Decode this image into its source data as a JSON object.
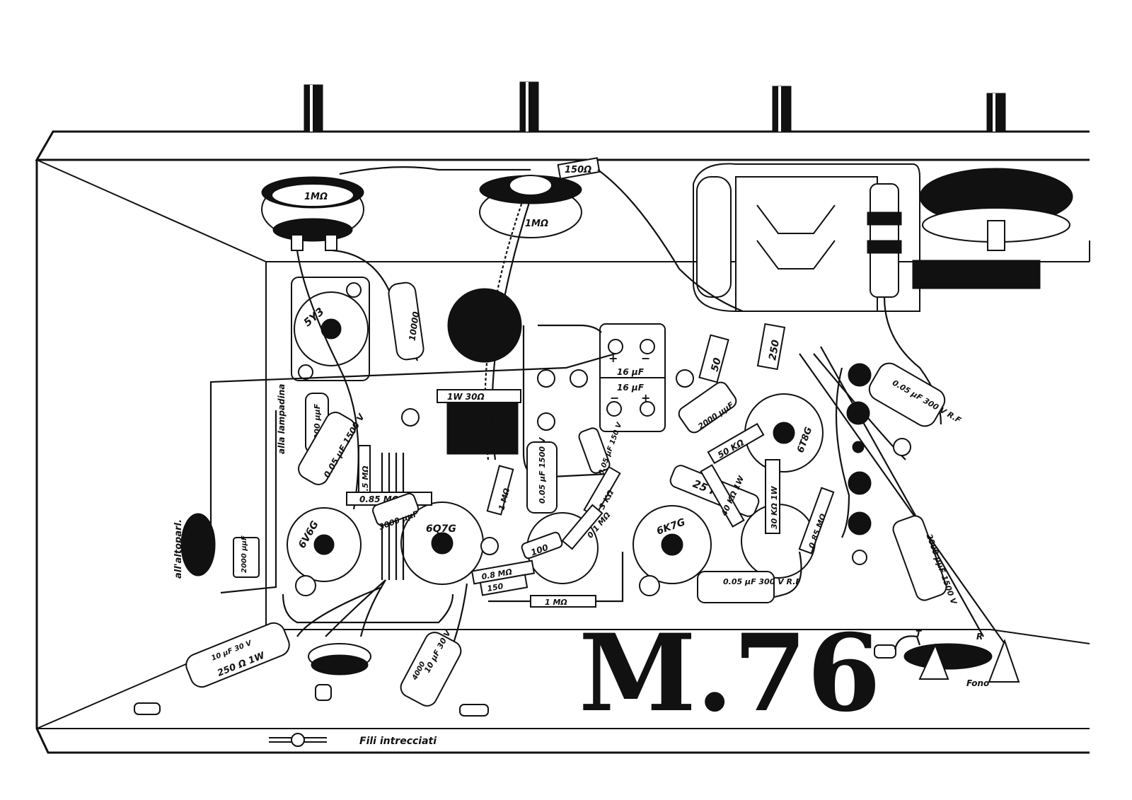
{
  "model_mark": "M.76",
  "legend": {
    "twisted_wires": "Fili intrecciati"
  },
  "tubes": [
    "5Y3",
    "6V6G",
    "6Q7G",
    "6K7G",
    "6T8G"
  ],
  "potentiometers": [
    "1MΩ",
    "1MΩ"
  ],
  "pot_resistor": "150Ω",
  "speaker_label": "all'altoparl.",
  "pilot_lamp_label": "alla lampadina",
  "phono": {
    "label": "Fono",
    "terminal_t": "T",
    "terminal_r": "R"
  },
  "electrolytic": {
    "top_label": "16 μF",
    "bottom_label": "16 μF",
    "plus": "+",
    "minus": "−"
  },
  "components": {
    "c_10000": "10000",
    "c_3000_a": "3000 μμF",
    "c_005_1500_a": "0.05 μF 1500 V",
    "r_05": "0.5 MΩ",
    "r_085_a": "0.85 MΩ",
    "c_3000_b": "3000 μμF",
    "r_1w_30": "1W 30Ω",
    "r_1m_a": "1 MΩ",
    "c_005_1500_b": "0.05 μF 1500 V",
    "c_200": "0.05 μF 150 V",
    "r_3k": "3 KΩ",
    "r_01": "0.1 MΩ",
    "r_100": "100",
    "r_08": "0.8 MΩ",
    "r_150": "150",
    "r_1m_b": "1 MΩ",
    "c_005_rf_a": "0.05 μF 300 V R.F",
    "r_25k": "25 KΩ",
    "r_40k": "40 KΩ 1W",
    "r_30k": "30 KΩ 1W",
    "r_085_b": "0.85 MΩ",
    "c_2000_a": "2000 μμF",
    "r_50k": "50 KΩ",
    "r_50": "50",
    "r_250": "250",
    "c_005_rf_b": "0.05 μF 300 V R.F",
    "c_2000_b": "2000 μμF 1500 V",
    "c_2000_spk": "2000 μμF",
    "c_10_30_a": "10 μF 30 V",
    "r_250_1w": "250 Ω 1W",
    "c_10_30_b": "10 μF 30 V",
    "c_4000": "4000"
  }
}
